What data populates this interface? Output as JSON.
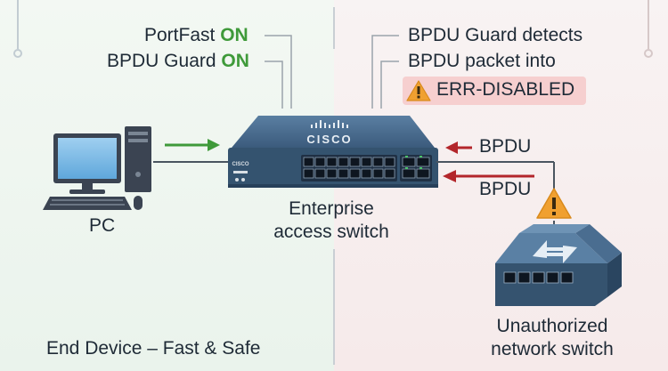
{
  "left_panel": {
    "portfast_label": "PortFast",
    "portfast_state": "ON",
    "bpdu_guard_label": "BPDU Guard",
    "bpdu_guard_state": "ON",
    "pc_label": "PC",
    "footer_caption": "End Device – Fast & Safe"
  },
  "right_panel": {
    "detect_line1": "BPDU Guard detects",
    "detect_line2": "BPDU packet into",
    "err_state": "ERR-DISABLED",
    "bpdu_arrow_1": "BPDU",
    "bpdu_arrow_2": "BPDU",
    "rogue_switch_line1": "Unauthorized",
    "rogue_switch_line2": "network switch"
  },
  "center": {
    "switch_brand": "CISCO",
    "switch_brand_small": "CISCO",
    "switch_line1": "Enterprise",
    "switch_line2": "access switch"
  },
  "colors": {
    "on_green": "#3f9a3a",
    "alert_red": "#b3262b",
    "warning_orange": "#f0a030",
    "switch_blue": "#3e5f80"
  },
  "icons": [
    "pc-icon",
    "access-switch-icon",
    "rogue-switch-icon",
    "warning-icon",
    "arrow-right-icon",
    "arrow-left-icon"
  ]
}
